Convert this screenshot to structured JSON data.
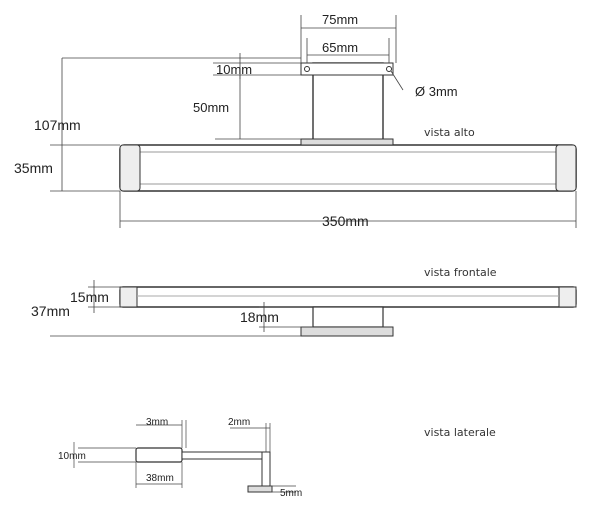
{
  "top_view": {
    "label": "vista alto",
    "dim_75": "75mm",
    "dim_65": "65mm",
    "dim_10": "10mm",
    "dim_diam": "Ø 3mm",
    "dim_50": "50mm",
    "dim_107": "107mm",
    "dim_35": "35mm",
    "dim_350": "350mm"
  },
  "front_view": {
    "label": "vista frontale",
    "dim_15": "15mm",
    "dim_37": "37mm",
    "dim_18": "18mm"
  },
  "side_view": {
    "label": "vista laterale",
    "dim_3": "3mm",
    "dim_2": "2mm",
    "dim_10": "10mm",
    "dim_38": "38mm",
    "dim_5": "5mm"
  },
  "colors": {
    "line": "#333333",
    "dimension": "#444444",
    "body_fill": "#ffffff",
    "shade": "#dddddd"
  }
}
